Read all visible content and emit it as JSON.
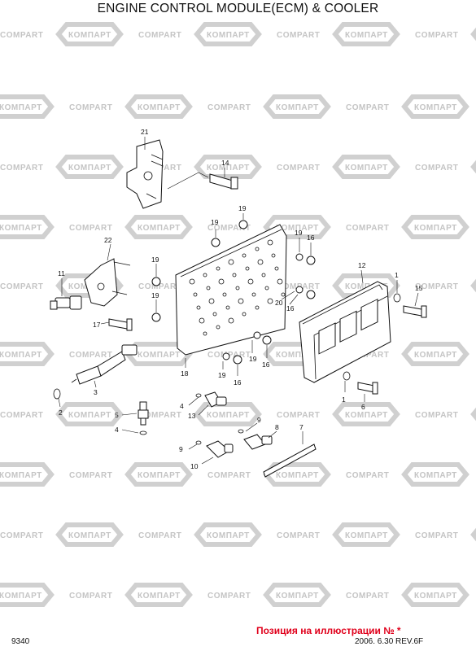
{
  "title": "ENGINE CONTROL MODULE(ECM) & COOLER",
  "watermark": {
    "left_label": "КОМПАРТ",
    "right_label": "COMPART"
  },
  "callouts": {
    "c21": "21",
    "c14": "14",
    "c22": "22",
    "c11": "11",
    "c17": "17",
    "c19a": "19",
    "c19b": "19",
    "c19c": "19",
    "c19d": "19",
    "c19e": "19",
    "c19f": "19",
    "c19g": "19",
    "c16a": "16",
    "c16b": "16",
    "c16c": "16",
    "c16d": "16",
    "c20": "20",
    "c12": "12",
    "c1a": "1",
    "c1b": "1",
    "c15": "15",
    "c18": "18",
    "c3": "3",
    "c2": "2",
    "c5": "5",
    "c4a": "4",
    "c4b": "4",
    "c13": "13",
    "c9a": "9",
    "c9b": "9",
    "c8": "8",
    "c7": "7",
    "c10": "10",
    "c6": "6"
  },
  "footer": {
    "code": "9340",
    "note": "Позиция на иллюстрации № *",
    "date_rev": "2006. 6.30  REV.6F"
  },
  "colors": {
    "note": "#e0001b",
    "watermark": "#c4c4c4"
  }
}
